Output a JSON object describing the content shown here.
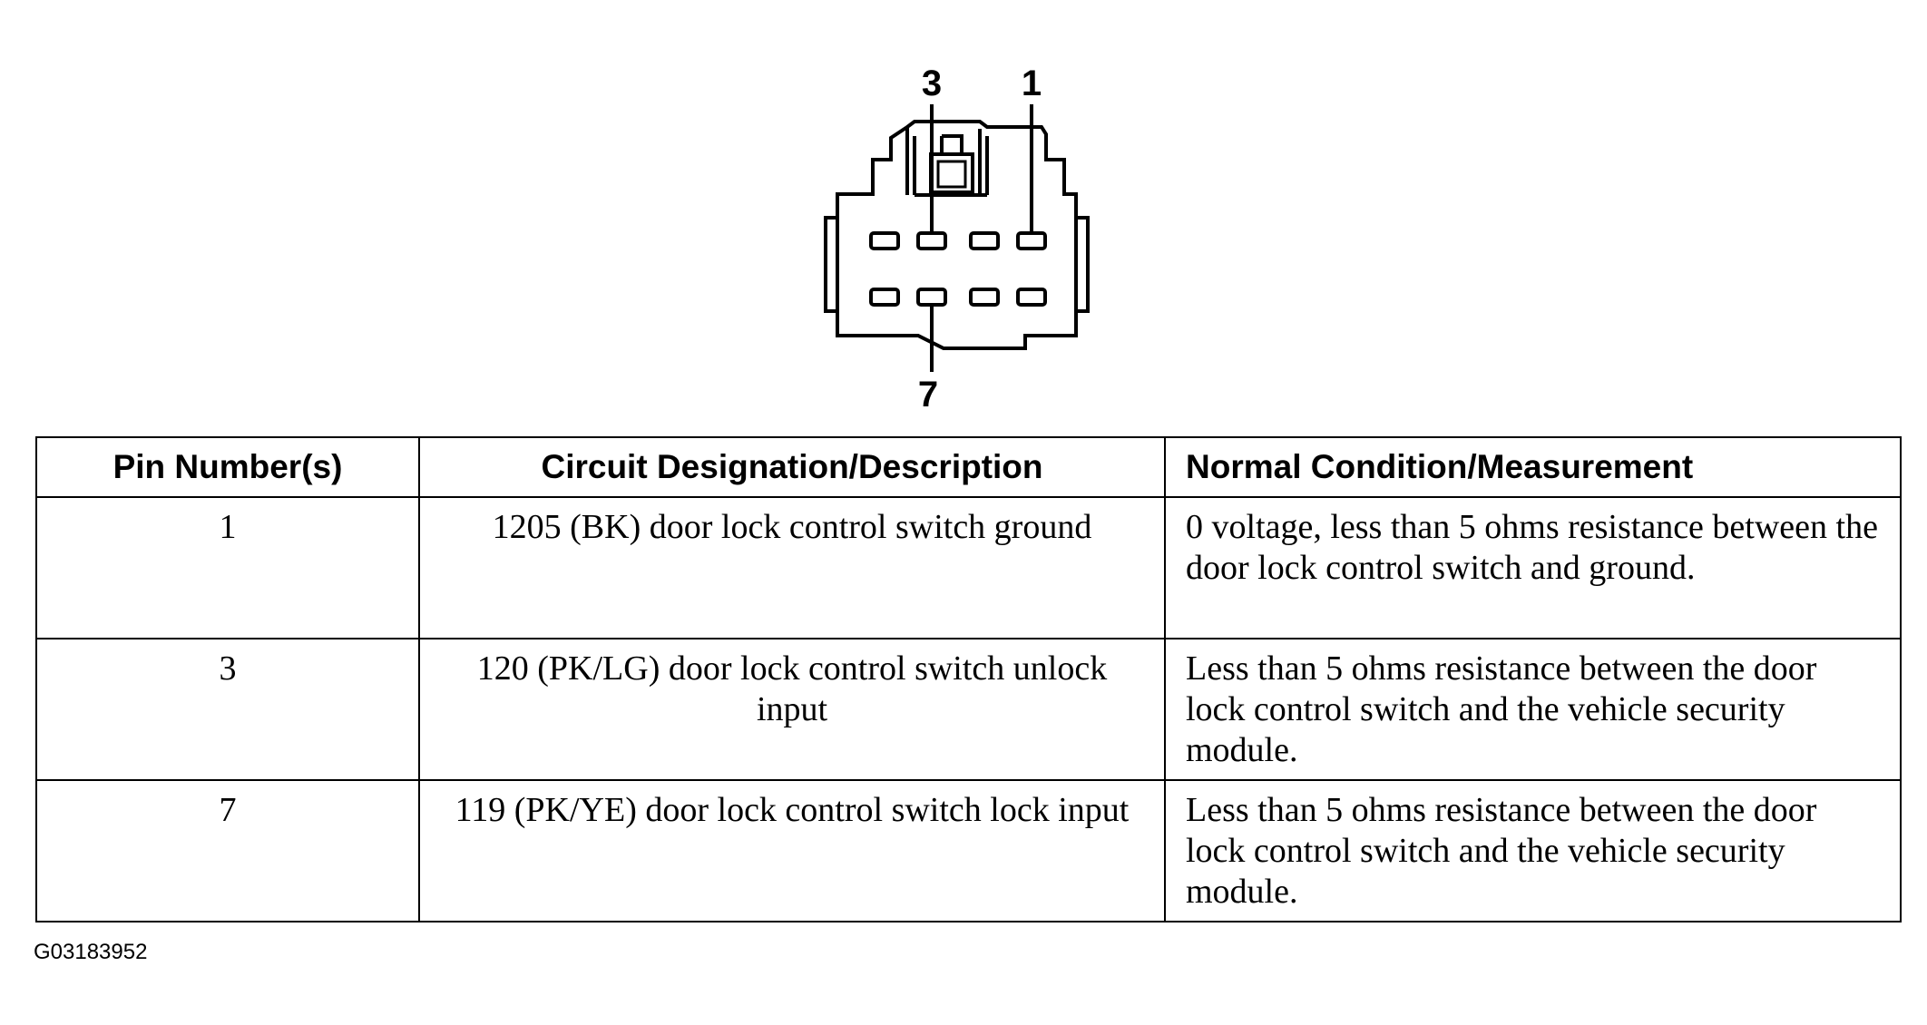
{
  "connector": {
    "pin_labels": {
      "top_left": "3",
      "top_right": "1",
      "bottom": "7"
    }
  },
  "table": {
    "headers": [
      "Pin Number(s)",
      "Circuit Designation/Description",
      "Normal Condition/Measurement"
    ],
    "rows": [
      {
        "pin": "1",
        "circuit": "1205 (BK) door lock control switch ground",
        "condition": "0 voltage, less than 5 ohms resistance between the door lock control switch and ground."
      },
      {
        "pin": "3",
        "circuit": "120 (PK/LG) door lock control switch unlock input",
        "condition": "Less than 5 ohms resistance between the door lock control switch and the vehicle security module."
      },
      {
        "pin": "7",
        "circuit": "119 (PK/YE) door lock control switch lock input",
        "condition": "Less than 5 ohms resistance between the door lock control switch and the vehicle security module."
      }
    ]
  },
  "figure_id": "G03183952"
}
